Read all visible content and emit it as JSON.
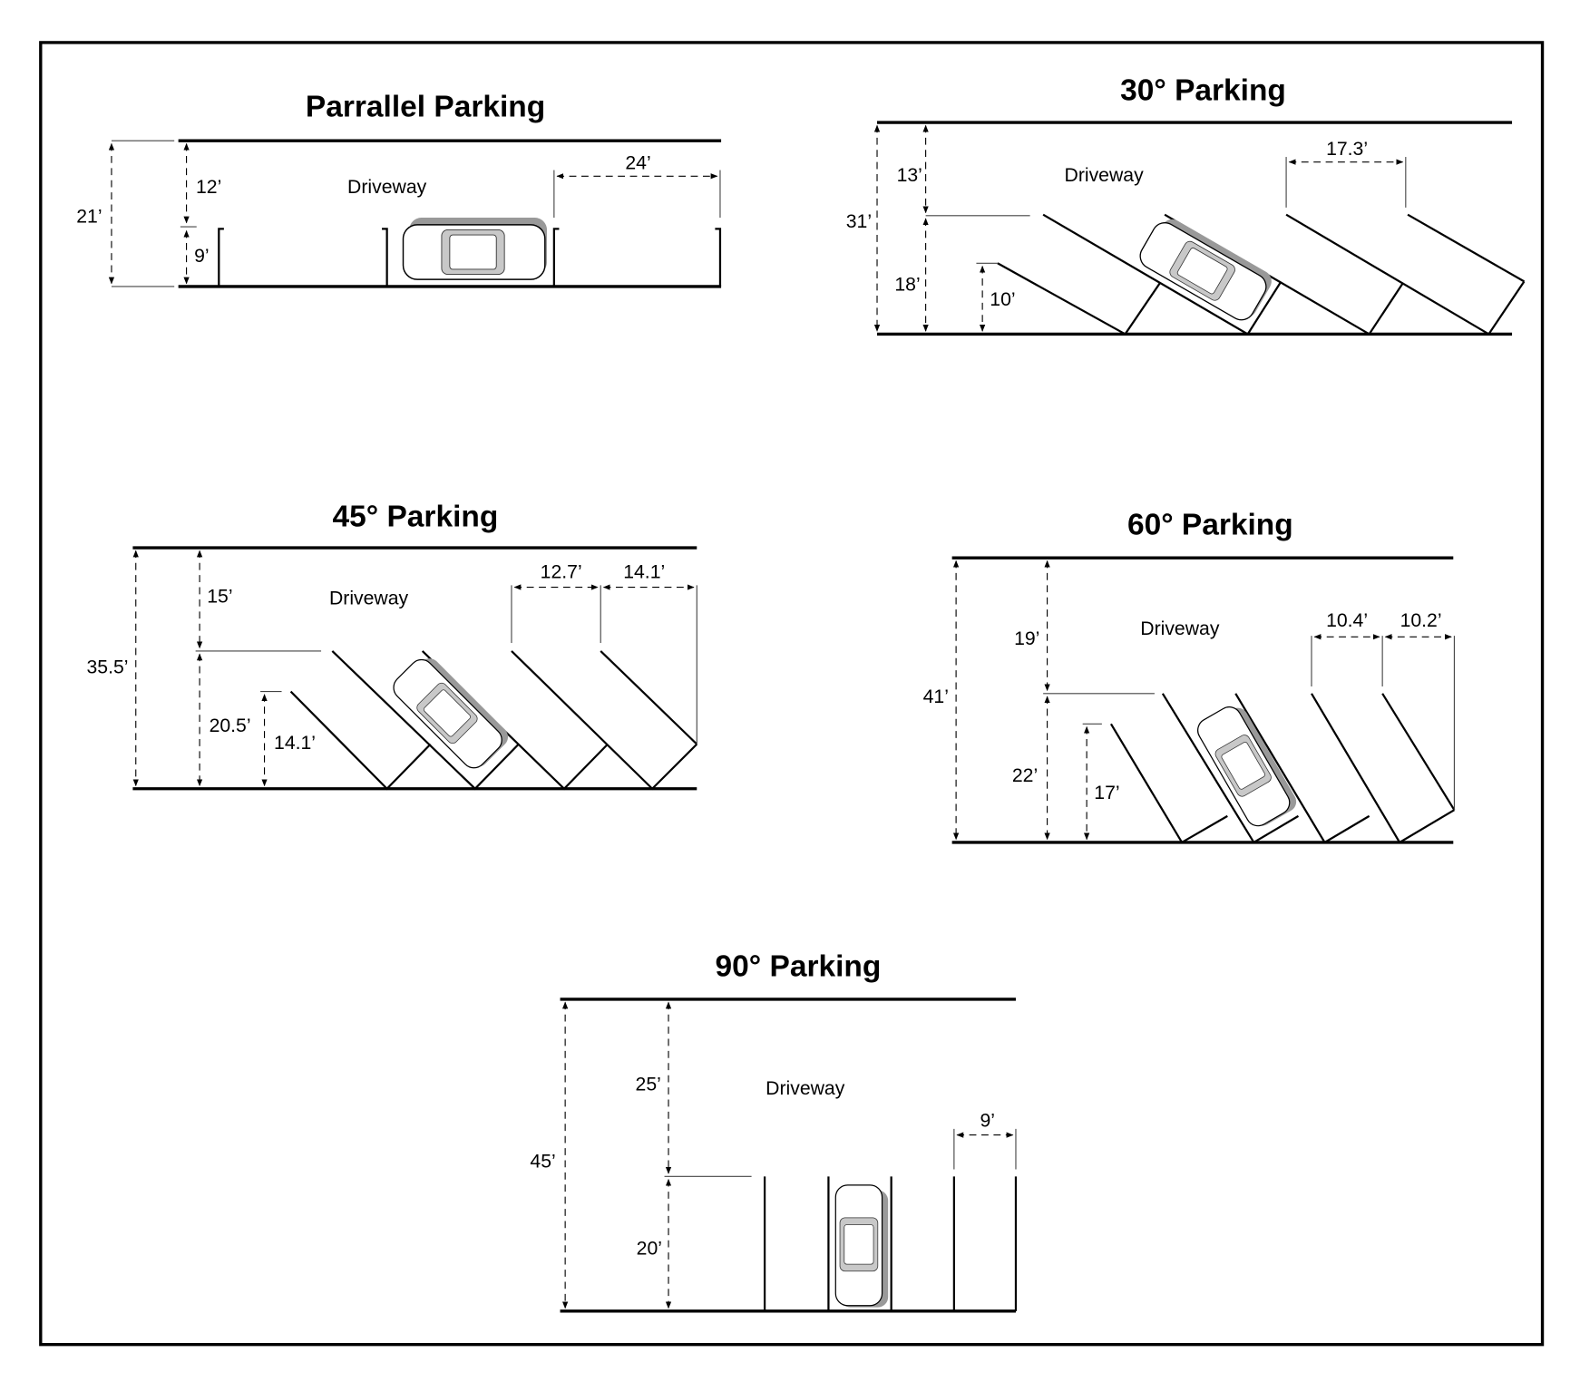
{
  "diagrams": {
    "parallel": {
      "title": "Parrallel Parking",
      "driveway": "Driveway",
      "total": "21’",
      "driveway_width": "12’",
      "stall_depth": "9’",
      "stall_length": "24’"
    },
    "deg30": {
      "title": "30° Parking",
      "driveway": "Driveway",
      "total": "31’",
      "driveway_width": "13’",
      "stall_depth": "18’",
      "inner_depth": "10’",
      "stall_width": "17.3’"
    },
    "deg45": {
      "title": "45° Parking",
      "driveway": "Driveway",
      "total": "35.5’",
      "driveway_width": "15’",
      "stall_depth": "20.5’",
      "inner_depth": "14.1’",
      "stall_width": "12.7’",
      "end_width": "14.1’"
    },
    "deg60": {
      "title": "60° Parking",
      "driveway": "Driveway",
      "total": "41’",
      "driveway_width": "19’",
      "stall_depth": "22’",
      "inner_depth": "17’",
      "stall_width": "10.4’",
      "end_width": "10.2’"
    },
    "deg90": {
      "title": "90° Parking",
      "driveway": "Driveway",
      "total": "45’",
      "driveway_width": "25’",
      "stall_depth": "20’",
      "stall_width": "9’"
    }
  }
}
